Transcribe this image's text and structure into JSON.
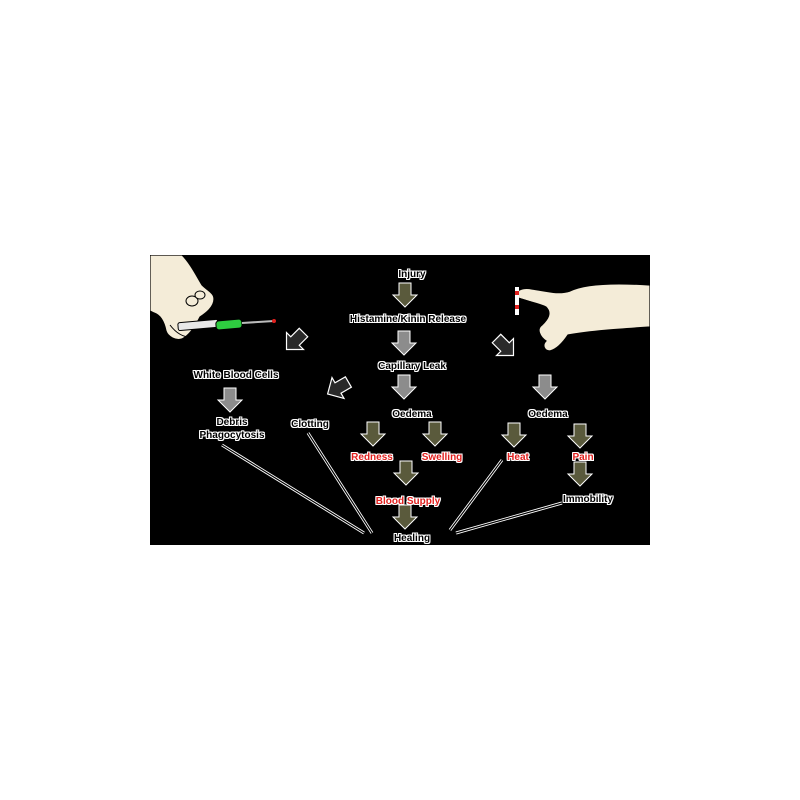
{
  "nodes": {
    "injury": "Injury",
    "histamine": "Histamine/Kinin Release",
    "capillary": "Capillary Leak",
    "oedema_center": "Oedema",
    "oedema_right": "Oedema",
    "redness": "Redness",
    "swelling": "Swelling",
    "blood_supply": "Blood Supply",
    "heat": "Heat",
    "pain": "Pain",
    "immobility": "Immobility",
    "white_blood_cells": "White Blood Cells",
    "debris": "Debris",
    "phagocytosis": "Phagocytosis",
    "clotting": "Clotting",
    "healing": "Healing"
  },
  "colors": {
    "background": "#000000",
    "label_text": "#000000",
    "label_outline": "#ffffff",
    "symptom_text": "#e0201e",
    "arrow_olive": "#5a5a3c",
    "arrow_grey": "#8c8c8c",
    "hand_skin": "#f4ecd8",
    "syringe_liquid": "#2ecc40"
  },
  "icons": [
    "left-hand-syringe-icon",
    "right-hand-pinch-icon",
    "block-down-arrow-icon",
    "diagonal-arrow-icon",
    "long-thin-arrow-icon"
  ]
}
